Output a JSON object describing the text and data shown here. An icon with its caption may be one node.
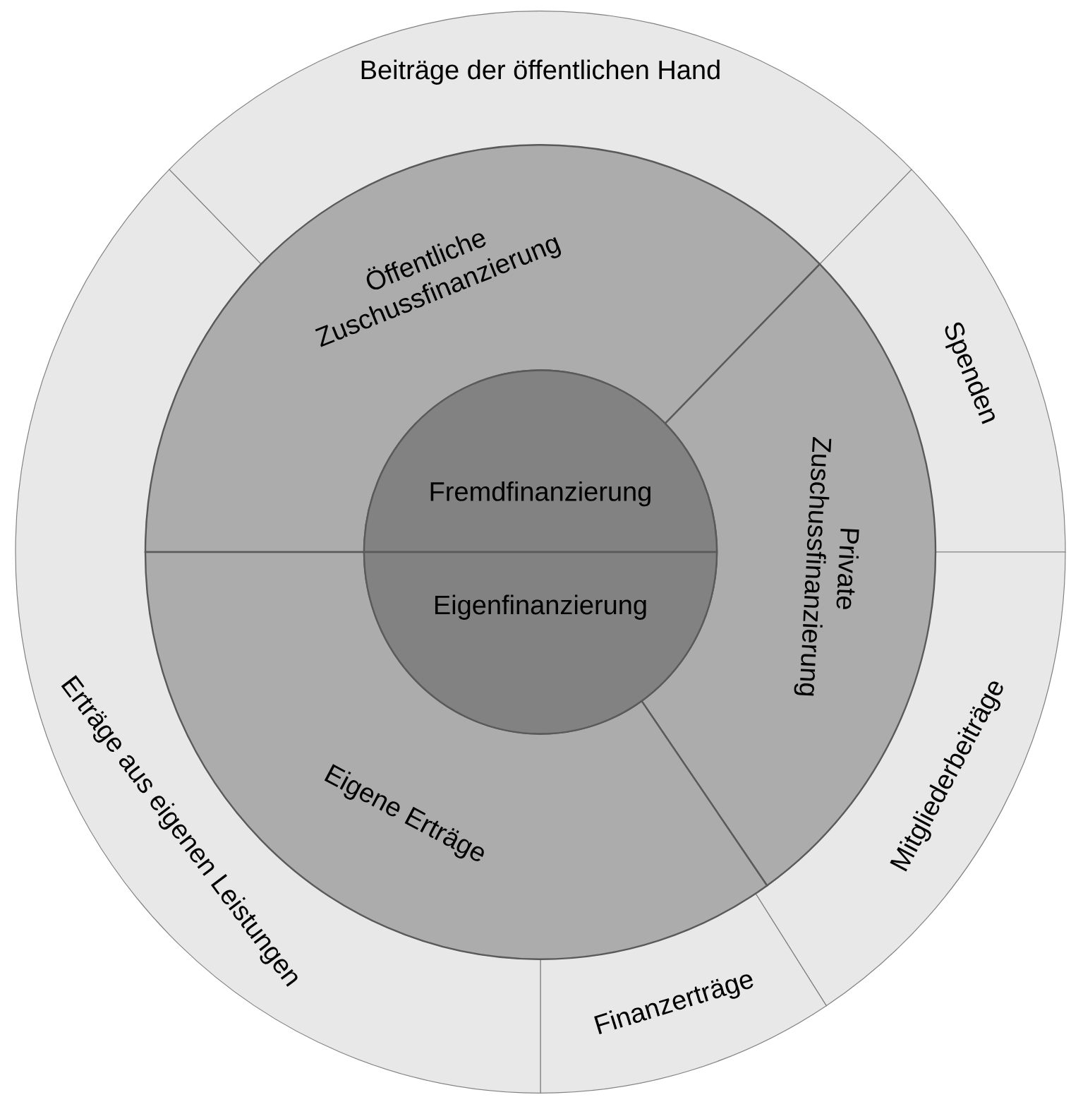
{
  "diagram": {
    "nodes": [
      {
        "text": [
          "Beiträge der öffentlichen Hand"
        ]
      },
      {
        "text": [
          "Spenden"
        ]
      },
      {
        "text": [
          "Mitgliederbeiträge"
        ]
      },
      {
        "text": [
          "Finanzerträge"
        ]
      },
      {
        "text": [
          "Erträge aus eigenen Leistungen"
        ]
      },
      {
        "text": [
          "Öffentliche Zuschussfinanzierung"
        ]
      },
      {
        "text": [
          "Private Zuschussfinanzierung"
        ]
      },
      {
        "text": [
          "Eigene Erträge"
        ]
      },
      {
        "text": [
          "Fremdfinanzierung"
        ]
      },
      {
        "text": [
          "Eigenfinanzierung"
        ]
      }
    ]
  }
}
